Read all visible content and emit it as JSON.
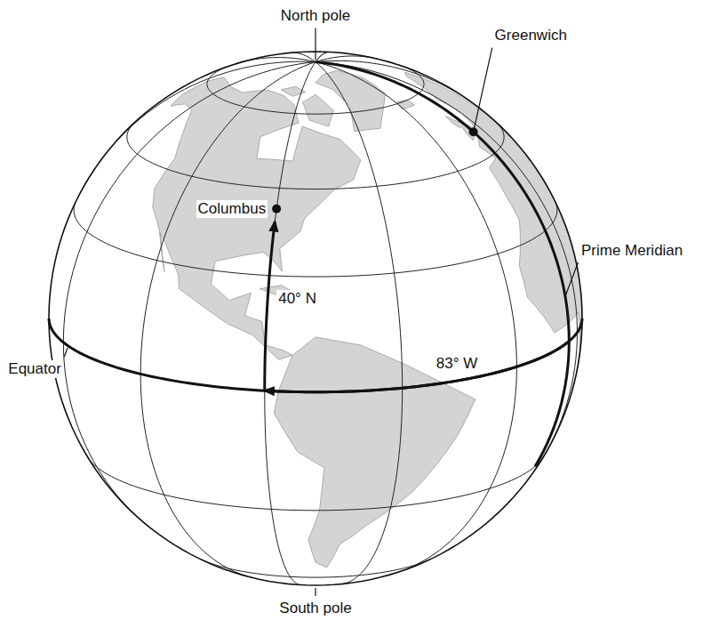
{
  "diagram": {
    "labels": [
      "North pole",
      "Greenwich",
      "Columbus",
      "Prime Meridian",
      "40° N",
      "83° W",
      "Equator",
      "South pole"
    ]
  }
}
